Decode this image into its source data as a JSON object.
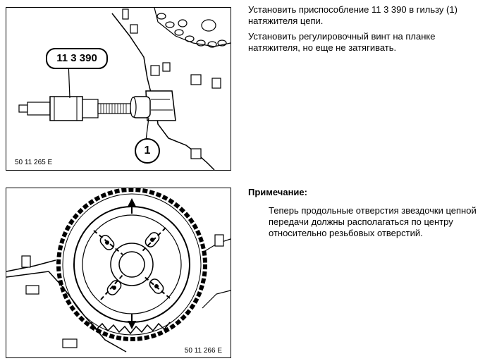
{
  "figure1": {
    "tool_label": "11 3 390",
    "ref_number": "1",
    "figure_code": "50 11 265 E"
  },
  "figure2": {
    "figure_code": "50 11 266 E"
  },
  "instructions": {
    "step1": "Установить приспособление 11 3 390 в гильзу (1) натяжителя цепи.",
    "step2": "Установить регулировочный винт на планке натяжителя, но еще не затягивать."
  },
  "note": {
    "title": "Примечание:",
    "body": "Теперь продольные отверстия звездочки цепной передачи должны располагаться по центру относительно резьбовых отверстий."
  }
}
